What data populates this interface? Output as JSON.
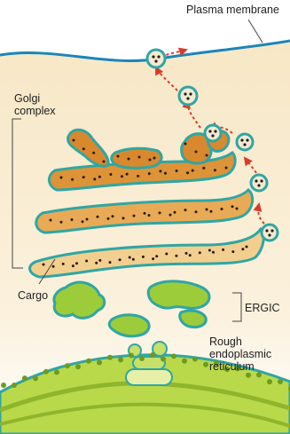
{
  "labels": {
    "plasma_membrane": "Plasma membrane",
    "golgi_complex": "Golgi\ncomplex",
    "cargo": "Cargo",
    "ergic": "ERGIC",
    "rough_er": "Rough\nendoplasmic\nreticulum"
  },
  "colors": {
    "cytoplasm_top": "#f7e7c6",
    "cytoplasm_bottom": "#ffffff",
    "membrane_line": "#1a86b8",
    "vesicle_outline": "#2fa6a3",
    "vesicle_fill": "#f2ead2",
    "golgi_fill_dark": "#d8892e",
    "golgi_fill_light": "#f2cf8f",
    "cargo_dot": "#2a1a10",
    "ergic_fill": "#9ccc3a",
    "er_fill": "#b9d94a",
    "transport_arrow": "#d93a2b",
    "bracket_line": "#444444"
  },
  "icons": [
    "transport-vesicle-icon",
    "transport-arrow-icon"
  ]
}
